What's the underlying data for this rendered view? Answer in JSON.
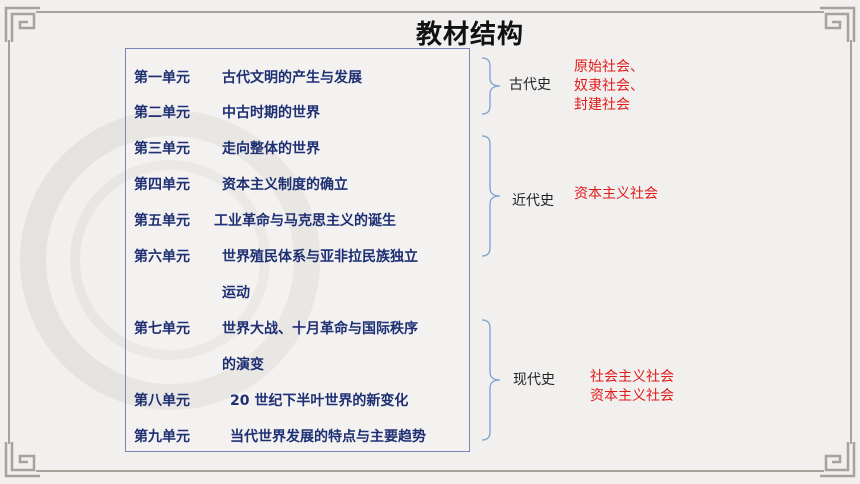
{
  "title": "教材结构",
  "units": [
    {
      "num": "第一单元",
      "name": "古代文明的产生与发展"
    },
    {
      "num": "第二单元",
      "name": "中古时期的世界"
    },
    {
      "num": "第三单元",
      "name": "走向整体的世界"
    },
    {
      "num": "第四单元",
      "name": "资本主义制度的确立"
    },
    {
      "num": "第五单元",
      "name": "工业革命与马克思主义的诞生"
    },
    {
      "num": "第六单元",
      "name": "世界殖民体系与亚非拉民族独立",
      "name2": "运动"
    },
    {
      "num": "第七单元",
      "name": "世界大战、十月革命与国际秩序",
      "name2": "的演变"
    },
    {
      "num": "第八单元",
      "name": "20 世纪下半叶世界的新变化"
    },
    {
      "num": "第九单元",
      "name": "当代世界发展的特点与主要趋势"
    }
  ],
  "eras": [
    {
      "label": "古代史",
      "society": [
        "原始社会、",
        "奴隶社会、",
        "封建社会"
      ]
    },
    {
      "label": "近代史",
      "society": [
        "资本主义社会"
      ]
    },
    {
      "label": "现代史",
      "society": [
        "社会主义社会",
        "资本主义社会"
      ]
    }
  ],
  "colors": {
    "unit_text": "#1e2f73",
    "society_text": "#e11b1b",
    "frame": "#a7a29c",
    "background": "#f1f0ee"
  }
}
